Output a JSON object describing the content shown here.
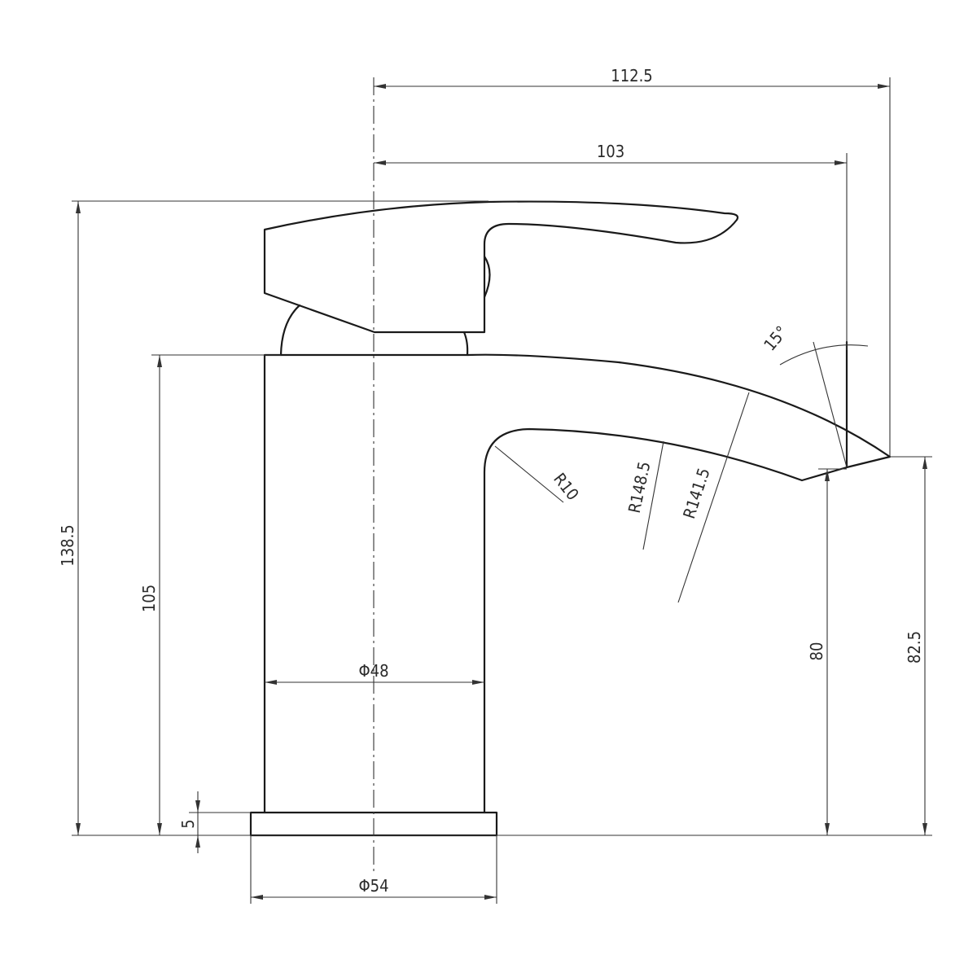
{
  "drawing": {
    "subject": "Basin mixer tap elevation",
    "colors": {
      "line": "#1a1a1a",
      "dimension": "#333333",
      "background": "#ffffff"
    }
  },
  "dimensions": {
    "overall_reach": "112.5",
    "spout_reach": "103",
    "overall_height": "138.5",
    "body_height": "105",
    "outlet_height": "80",
    "spout_tip_height": "82.5",
    "body_diameter": "Φ48",
    "base_diameter": "Φ54",
    "base_thickness": "5",
    "spout_angle": "15°",
    "inner_fillet_radius": "R10",
    "spout_lower_radius": "R148.5",
    "spout_upper_radius": "R141.5"
  }
}
